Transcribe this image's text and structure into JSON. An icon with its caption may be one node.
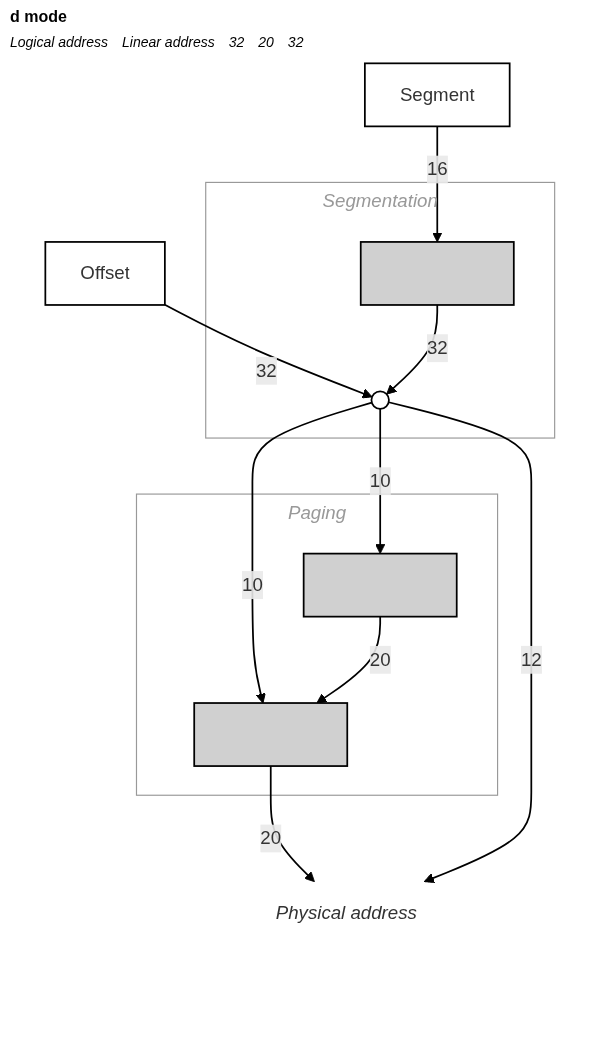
{
  "diagram": {
    "title": "d mode",
    "nodes": [
      {
        "text": [
          "Segment"
        ]
      },
      {
        "text": [
          "Offset"
        ]
      },
      {
        "text": [
          "Segmentation"
        ]
      },
      {
        "text": [],
        "shape": "box",
        "in": 2
      },
      {
        "text": [],
        "shape": "circle",
        "in": 2
      },
      {
        "text": [
          "Paging"
        ]
      },
      {
        "text": [],
        "shape": "box",
        "in": 5
      },
      {
        "text": [],
        "shape": "box",
        "in": 5
      },
      {
        "text": [
          "Physical address"
        ]
      }
    ],
    "edges": [
      {
        "from": 0,
        "to": 3,
        "arrow": "to",
        "label": "16"
      },
      {
        "from": 1,
        "to": 4,
        "arrow": "to",
        "label": "32"
      },
      {
        "from": 3,
        "to": 4,
        "arrow": "to",
        "label": "32"
      },
      {
        "from": 4,
        "to": 6,
        "arrow": "to",
        "label": "10"
      },
      {
        "from": 4,
        "to": 7,
        "arrow": "to",
        "label": "10"
      },
      {
        "from": 6,
        "to": 7,
        "arrow": "to",
        "label": "20"
      },
      {
        "from": 7,
        "to": 8,
        "arrow": "to",
        "label": "20"
      },
      {
        "from": 4,
        "to": 8,
        "arrow": "to",
        "label": "12"
      }
    ],
    "labels": [
      "Logical address",
      "Linear address",
      "32",
      "20",
      "32"
    ]
  }
}
